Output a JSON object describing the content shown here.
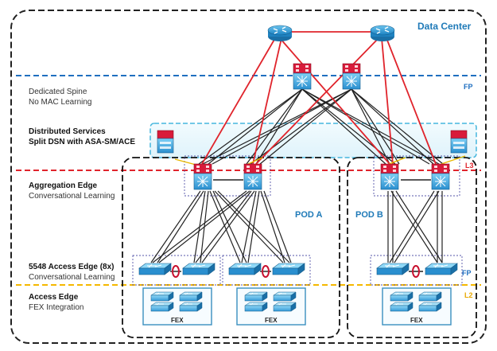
{
  "title": "Data Center",
  "layers": {
    "spine": {
      "line1": "Dedicated Spine",
      "line2": "No MAC Learning",
      "tag": "FP"
    },
    "services": {
      "line1": "Distributed Services",
      "line2": "Split DSN with ASA-SM/ACE"
    },
    "aggregation": {
      "line1": "Aggregation Edge",
      "line2": "Conversational Learning",
      "tag": "L3"
    },
    "access5548": {
      "line1": "5548 Access Edge (8x)",
      "line2": "Conversational Learning",
      "tag": "FP"
    },
    "access": {
      "line1": "Access Edge",
      "line2": "FEX Integration",
      "tag": "L2"
    }
  },
  "pods": {
    "a": "POD A",
    "b": "POD B"
  },
  "fex_label": "FEX",
  "colors": {
    "title": "#1f7ab8",
    "router": "#2a9ad6",
    "switch_red": "#d81b3a",
    "switch_blue": "#3aa3dd",
    "uplink_red": "#e0242c",
    "link_black": "#222222",
    "dash_blue": "#1f6fc0",
    "dash_red": "#e0242c",
    "dash_yellow": "#f5b800",
    "services_box": "#8fd3ea",
    "fex_box": "#3a8fbf"
  }
}
